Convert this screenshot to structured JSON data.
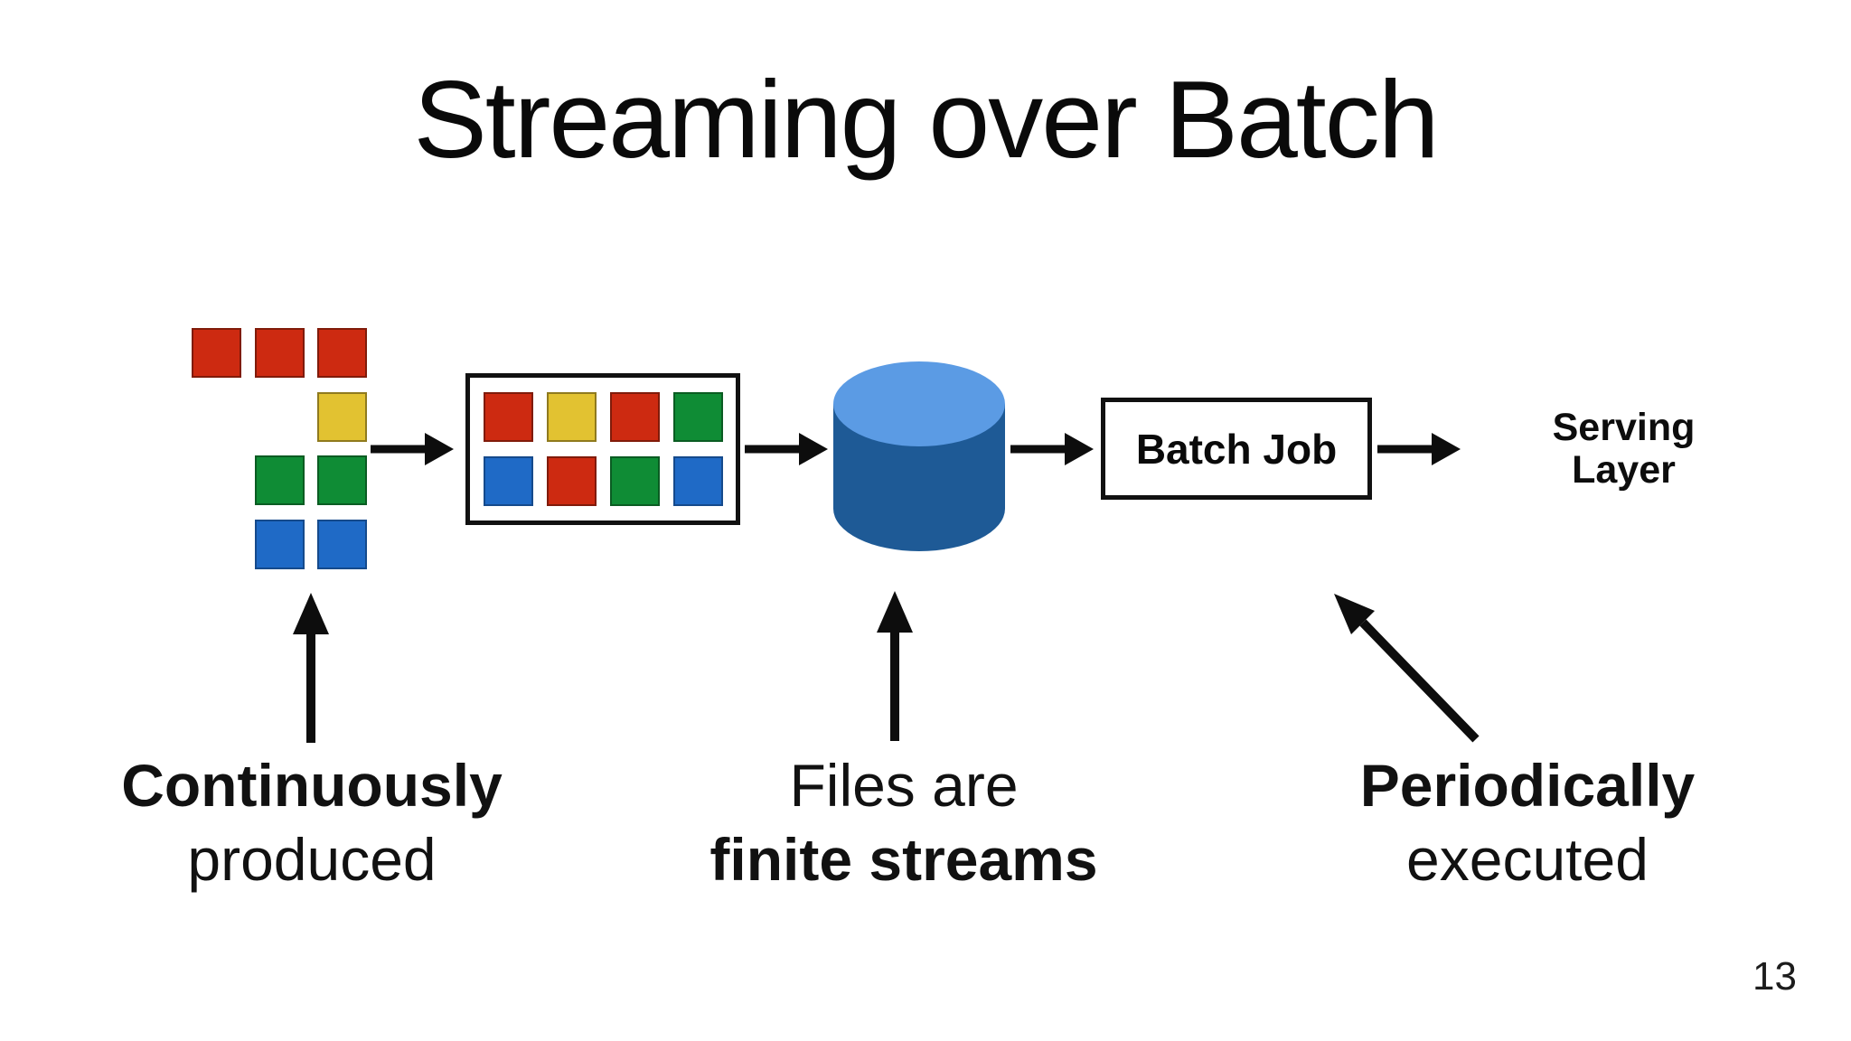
{
  "slide": {
    "title": "Streaming over Batch",
    "page_number": "13"
  },
  "colors": {
    "background": "#ffffff",
    "text": "#0d0d0d",
    "arrow": "#0d0d0d",
    "box_border": "#111111",
    "red": "#cd2a11",
    "red_border": "#801b0a",
    "yellow": "#e2c231",
    "yellow_border": "#8f7a1e",
    "green": "#0f8c35",
    "green_border": "#0a5c22",
    "blue": "#1f6ac6",
    "blue_border": "#154a8c",
    "cylinder_top": "#5b9be4",
    "cylinder_body": "#1e5a96",
    "serving_fill": "#205b91",
    "serving_text": "#ffffff"
  },
  "event_cluster": {
    "cells": [
      {
        "row": 0,
        "col": 0,
        "color": "red"
      },
      {
        "row": 0,
        "col": 1,
        "color": "red"
      },
      {
        "row": 0,
        "col": 2,
        "color": "red"
      },
      {
        "row": 1,
        "col": 2,
        "color": "yellow"
      },
      {
        "row": 2,
        "col": 1,
        "color": "green"
      },
      {
        "row": 2,
        "col": 2,
        "color": "green"
      },
      {
        "row": 3,
        "col": 1,
        "color": "blue"
      },
      {
        "row": 3,
        "col": 2,
        "color": "blue"
      }
    ]
  },
  "file_box": {
    "rows": [
      [
        "red",
        "yellow",
        "red",
        "green"
      ],
      [
        "blue",
        "red",
        "green",
        "blue"
      ]
    ]
  },
  "batch_job": {
    "label": "Batch Job"
  },
  "serving_layer": {
    "line1": "Serving",
    "line2": "Layer"
  },
  "annotations": {
    "left": {
      "line1": "Continuously",
      "line2": "produced"
    },
    "middle": {
      "line1": "Files are",
      "line2": "finite streams"
    },
    "right": {
      "line1": "Periodically",
      "line2": "executed"
    }
  }
}
